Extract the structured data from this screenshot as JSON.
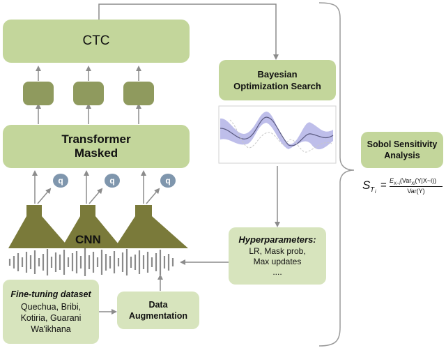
{
  "ctc": {
    "label": "CTC"
  },
  "transformer": {
    "line1": "Transformer",
    "line2": "Masked"
  },
  "q_label": "q",
  "cnn": {
    "label": "CNN"
  },
  "bayes": {
    "line1": "Bayesian",
    "line2": "Optimization Search"
  },
  "hyper": {
    "title": "Hyperparameters:",
    "items": [
      "LR, Mask prob,",
      "Max updates",
      "...."
    ]
  },
  "dataset": {
    "title": "Fine-tuning dataset",
    "lines": [
      "Quechua, Bribi,",
      "Kotiria, Guarani",
      "Wa'ikhana"
    ]
  },
  "augment": {
    "line1": "Data",
    "line2": "Augmentation"
  },
  "sobol": {
    "line1": "Sobol  Sensitivity",
    "line2": "Analysis"
  },
  "formula": {
    "lhs": "S",
    "lhs_sub": "T",
    "lhs_subsub": "i",
    "eq": "=",
    "numerator": "E",
    "num_sub": "X~i",
    "num_mid": "(Var",
    "num_sub2": "Xi",
    "num_end": "(Y|X~i))",
    "denominator": "Var(Y)"
  },
  "colors": {
    "box_fill": "#d7e4bd",
    "box_strong": "#c3d69b",
    "mini_block": "#8f9a5e",
    "cnn_fill": "#7a7a3a",
    "q_badge": "#7f96ad",
    "arrow": "#8c8c8c",
    "waveform": "#8a8a8a",
    "uncertainty_band": "#b3b3e6"
  }
}
